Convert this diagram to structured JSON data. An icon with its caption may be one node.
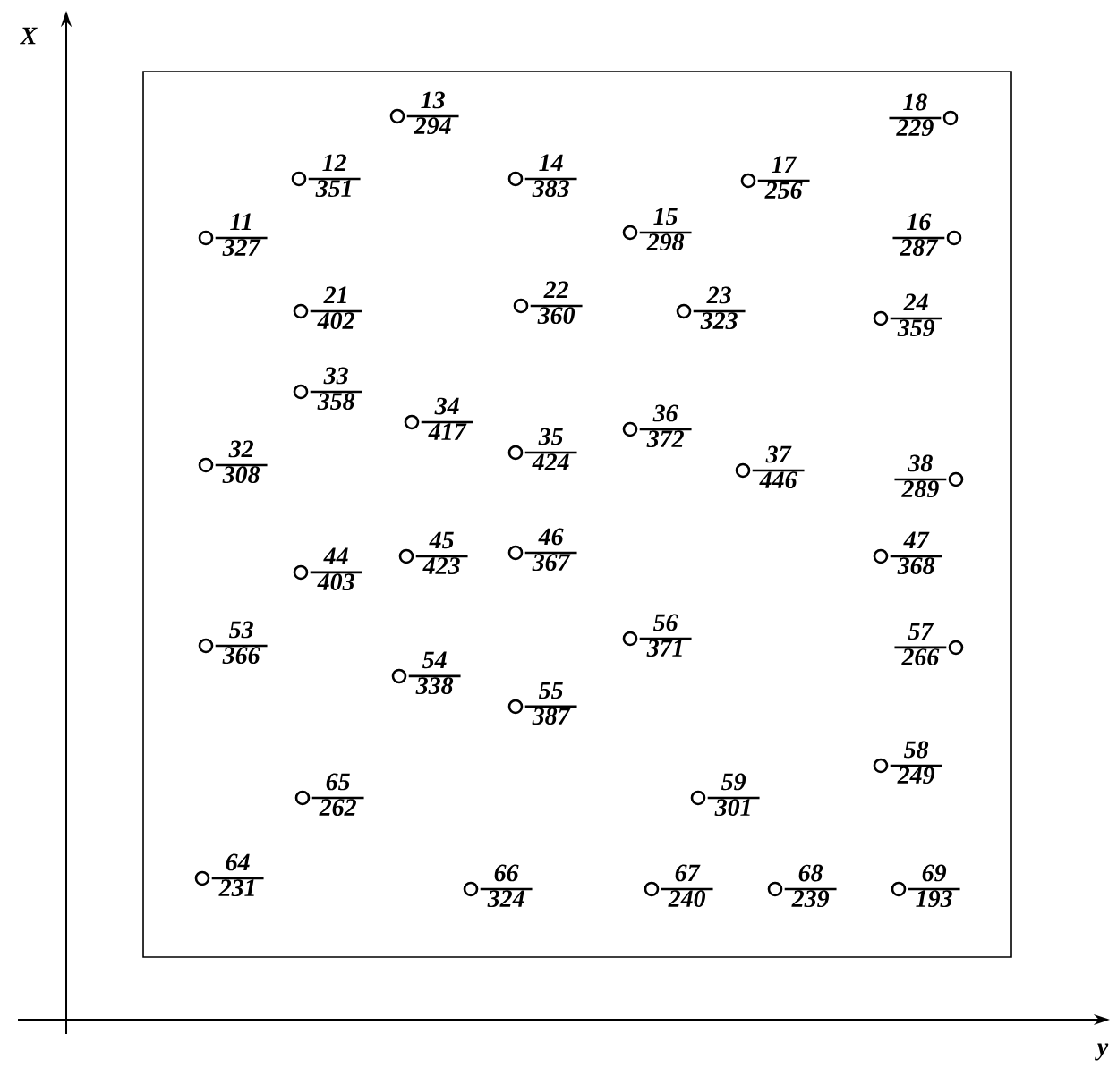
{
  "diagram": {
    "nodes": [
      {
        "text": [],
        "shape": "circle",
        "beside": [
          "11",
          "327"
        ]
      },
      {
        "text": [],
        "shape": "circle",
        "beside": [
          "12",
          "351"
        ]
      },
      {
        "text": [],
        "shape": "circle",
        "beside": [
          "13",
          "294"
        ]
      },
      {
        "text": [],
        "shape": "circle",
        "beside": [
          "14",
          "383"
        ]
      },
      {
        "text": [],
        "shape": "circle",
        "beside": [
          "15",
          "298"
        ]
      },
      {
        "text": [],
        "shape": "circle",
        "beside": [
          "16",
          "287"
        ]
      },
      {
        "text": [],
        "shape": "circle",
        "beside": [
          "17",
          "256"
        ]
      },
      {
        "text": [],
        "shape": "circle",
        "beside": [
          "18",
          "229"
        ]
      },
      {
        "text": [],
        "shape": "circle",
        "beside": [
          "21",
          "402"
        ]
      },
      {
        "text": [],
        "shape": "circle",
        "beside": [
          "22",
          "360"
        ]
      },
      {
        "text": [],
        "shape": "circle",
        "beside": [
          "23",
          "323"
        ]
      },
      {
        "text": [],
        "shape": "circle",
        "beside": [
          "24",
          "359"
        ]
      },
      {
        "text": [],
        "shape": "circle",
        "beside": [
          "32",
          "308"
        ]
      },
      {
        "text": [],
        "shape": "circle",
        "beside": [
          "33",
          "358"
        ]
      },
      {
        "text": [],
        "shape": "circle",
        "beside": [
          "34",
          "417"
        ]
      },
      {
        "text": [],
        "shape": "circle",
        "beside": [
          "35",
          "424"
        ]
      },
      {
        "text": [],
        "shape": "circle",
        "beside": [
          "36",
          "372"
        ]
      },
      {
        "text": [],
        "shape": "circle",
        "beside": [
          "37",
          "446"
        ]
      },
      {
        "text": [],
        "shape": "circle",
        "beside": [
          "38",
          "289"
        ]
      },
      {
        "text": [],
        "shape": "circle",
        "beside": [
          "44",
          "403"
        ]
      },
      {
        "text": [],
        "shape": "circle",
        "beside": [
          "45",
          "423"
        ]
      },
      {
        "text": [],
        "shape": "circle",
        "beside": [
          "46",
          "367"
        ]
      },
      {
        "text": [],
        "shape": "circle",
        "beside": [
          "47",
          "368"
        ]
      },
      {
        "text": [],
        "shape": "circle",
        "beside": [
          "53",
          "366"
        ]
      },
      {
        "text": [],
        "shape": "circle",
        "beside": [
          "54",
          "338"
        ]
      },
      {
        "text": [],
        "shape": "circle",
        "beside": [
          "55",
          "387"
        ]
      },
      {
        "text": [],
        "shape": "circle",
        "beside": [
          "56",
          "371"
        ]
      },
      {
        "text": [],
        "shape": "circle",
        "beside": [
          "57",
          "266"
        ]
      },
      {
        "text": [],
        "shape": "circle",
        "beside": [
          "58",
          "249"
        ]
      },
      {
        "text": [],
        "shape": "circle",
        "beside": [
          "59",
          "301"
        ]
      },
      {
        "text": [],
        "shape": "circle",
        "beside": [
          "64",
          "231"
        ]
      },
      {
        "text": [],
        "shape": "circle",
        "beside": [
          "65",
          "262"
        ]
      },
      {
        "text": [],
        "shape": "circle",
        "beside": [
          "66",
          "324"
        ]
      },
      {
        "text": [],
        "shape": "circle",
        "beside": [
          "67",
          "240"
        ]
      },
      {
        "text": [],
        "shape": "circle",
        "beside": [
          "68",
          "239"
        ]
      },
      {
        "text": [],
        "shape": "circle",
        "beside": [
          "69",
          "193"
        ]
      }
    ],
    "labels": [
      "X",
      "y"
    ]
  }
}
